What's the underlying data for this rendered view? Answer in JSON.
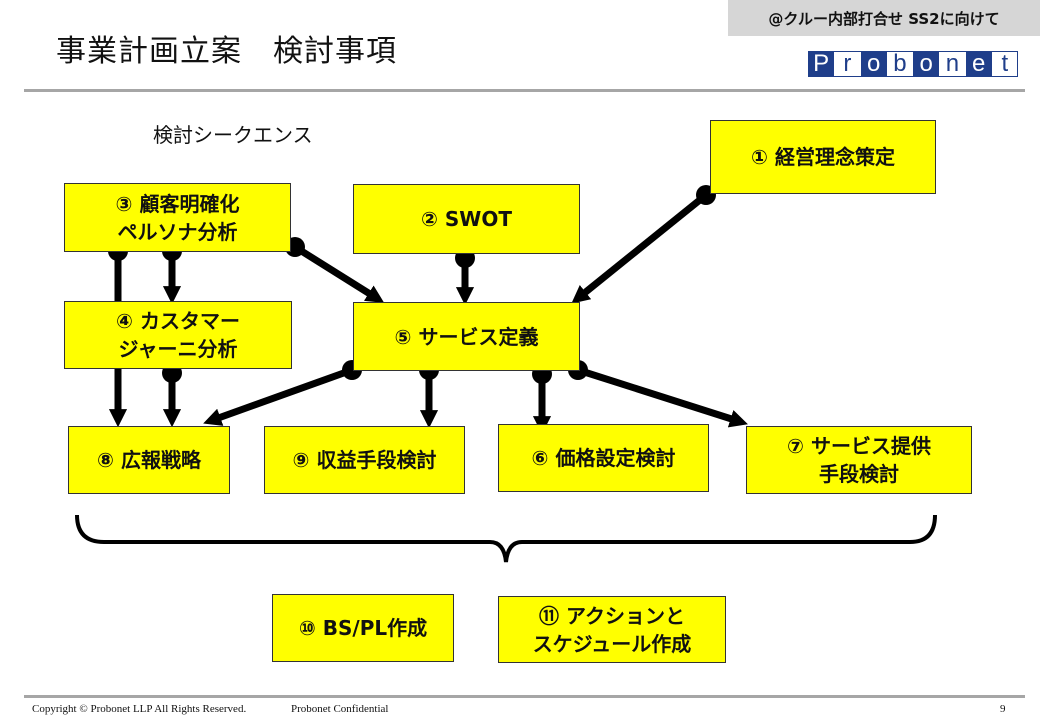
{
  "header": {
    "tag": "@クルー内部打合せ SS2に向けて",
    "title": "事業計画立案　検討事項",
    "logo_letters": [
      "P",
      "r",
      "o",
      "b",
      "o",
      "n",
      "e",
      "t"
    ]
  },
  "diagram": {
    "subtitle": "検討シークエンス",
    "boxes": {
      "b1": "① 経営理念策定",
      "b2": "② SWOT",
      "b3": "③ 顧客明確化\nペルソナ分析",
      "b4": "④ カスタマー\nジャーニ分析",
      "b5": "⑤ サービス定義",
      "b6": "⑥ 価格設定検討",
      "b7": "⑦ サービス提供\n手段検討",
      "b8": "⑧ 広報戦略",
      "b9": "⑨ 収益手段検討",
      "b10": "⑩ BS/PL作成",
      "b11": "⑪ アクションと\nスケジュール作成"
    },
    "connections": [
      {
        "from": "b1",
        "to": "b5"
      },
      {
        "from": "b2",
        "to": "b5"
      },
      {
        "from": "b3",
        "to": "b5"
      },
      {
        "from": "b3",
        "to": "b4"
      },
      {
        "from": "b3",
        "to": "b8"
      },
      {
        "from": "b4",
        "to": "b8"
      },
      {
        "from": "b5",
        "to": "b8"
      },
      {
        "from": "b5",
        "to": "b9"
      },
      {
        "from": "b5",
        "to": "b6"
      },
      {
        "from": "b5",
        "to": "b7"
      }
    ]
  },
  "footer": {
    "copyright": "Copyright © Probonet LLP All Rights Reserved.",
    "confidential": "Probonet Confidential",
    "page_number": "9"
  }
}
